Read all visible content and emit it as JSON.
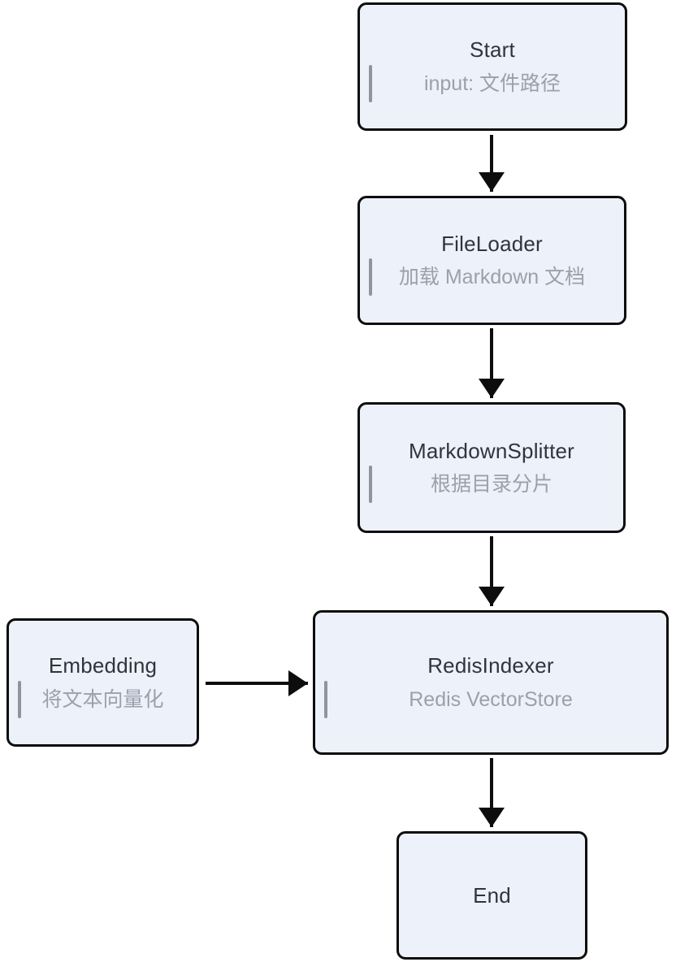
{
  "diagram": {
    "type": "flowchart",
    "direction": "top-to-bottom",
    "background": "#ffffff"
  },
  "colors": {
    "node_fill": "#edf1f9",
    "node_border": "#0d0d0d",
    "title_text": "#2f353d",
    "subtitle_text": "#9aa1ad",
    "accent_bar": "#8e959f",
    "arrow": "#0d0d0d"
  },
  "nodes": [
    {
      "id": "start",
      "title": "Start",
      "subtitle": "input: 文件路径"
    },
    {
      "id": "file-loader",
      "title": "FileLoader",
      "subtitle": "加载 Markdown 文档"
    },
    {
      "id": "markdown-splitter",
      "title": "MarkdownSplitter",
      "subtitle": "根据目录分片"
    },
    {
      "id": "embedding",
      "title": "Embedding",
      "subtitle": "将文本向量化"
    },
    {
      "id": "redis-indexer",
      "title": "RedisIndexer",
      "subtitle": "Redis VectorStore"
    },
    {
      "id": "end",
      "title": "End",
      "subtitle": ""
    }
  ],
  "edges": [
    {
      "from": "start",
      "to": "file-loader"
    },
    {
      "from": "file-loader",
      "to": "markdown-splitter"
    },
    {
      "from": "markdown-splitter",
      "to": "redis-indexer"
    },
    {
      "from": "embedding",
      "to": "redis-indexer"
    },
    {
      "from": "redis-indexer",
      "to": "end"
    }
  ]
}
